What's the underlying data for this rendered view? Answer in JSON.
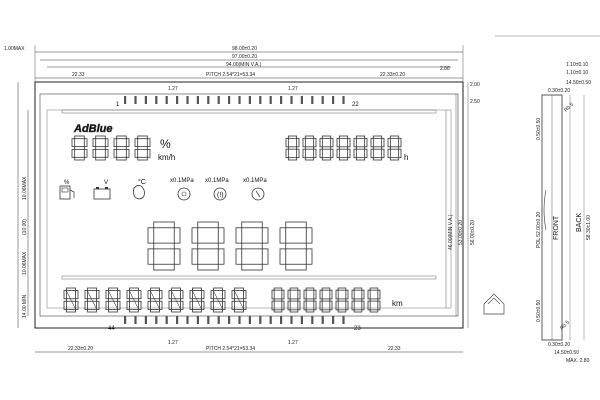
{
  "dimensions": {
    "outline_max": "1.00MAX",
    "overall_width": "98.00±0.20",
    "va_width": "97.00±0.20",
    "window_width": "94.00(MIN V.A.)",
    "left_offset_top": "22.33",
    "pitch_top": "PITCH 2.54*21=53.34",
    "right_offset_top": "22.33±0.20",
    "pin_pitch_left": "1.27",
    "pin_pitch_right": "1.27",
    "right_2_06": "2.06",
    "right_2_00": "2.00",
    "right_2_50": "2.50",
    "height_left_1": "10.06MAX",
    "height_left_2": "(10.00)",
    "height_left_3": "10.06MAX",
    "height_left_4": "14.00 MIN",
    "height_right_1": "46.00(MIN V.A.)",
    "height_right_2": "53.00±0.20",
    "height_right_3": "56.00±0.20",
    "left_offset_bottom": "22.33±0.20",
    "pitch_bottom": "PITCH 2.54*21=53.34",
    "right_offset_bottom": "22.33",
    "pin_pitch_bottom_left": "1.27",
    "pin_pitch_bottom_right": "1.27"
  },
  "pins": {
    "top_left": "1",
    "top_right": "22",
    "bottom_left": "44",
    "bottom_right": "23"
  },
  "display": {
    "brand": "AdBlue",
    "percent": "%",
    "speed_unit": "km/h",
    "hours_unit": "h",
    "km_unit": "km",
    "temp_unit": "°C",
    "pressure_1": "x0.1MPa",
    "pressure_2": "x0.1MPa",
    "pressure_3": "x0.1MPa"
  },
  "side_view": {
    "top_1": "1.10±0.10",
    "top_2": "1.10±0.10",
    "top_3": "14.50±0.50",
    "top_4": "0.30±0.20",
    "top_r": "R0.5",
    "left_top": "0.50±0.50",
    "pol_label": "POL 52.00±0.20",
    "front": "FRONT",
    "back": "BACK",
    "glass_len": "58.30±1.00",
    "left_bottom": "0.50±0.50",
    "bottom_r": "R0.5",
    "bot_1": "0.30±0.20",
    "bot_2": "14.50±0.50",
    "bot_3": "MAX. 2.80"
  }
}
